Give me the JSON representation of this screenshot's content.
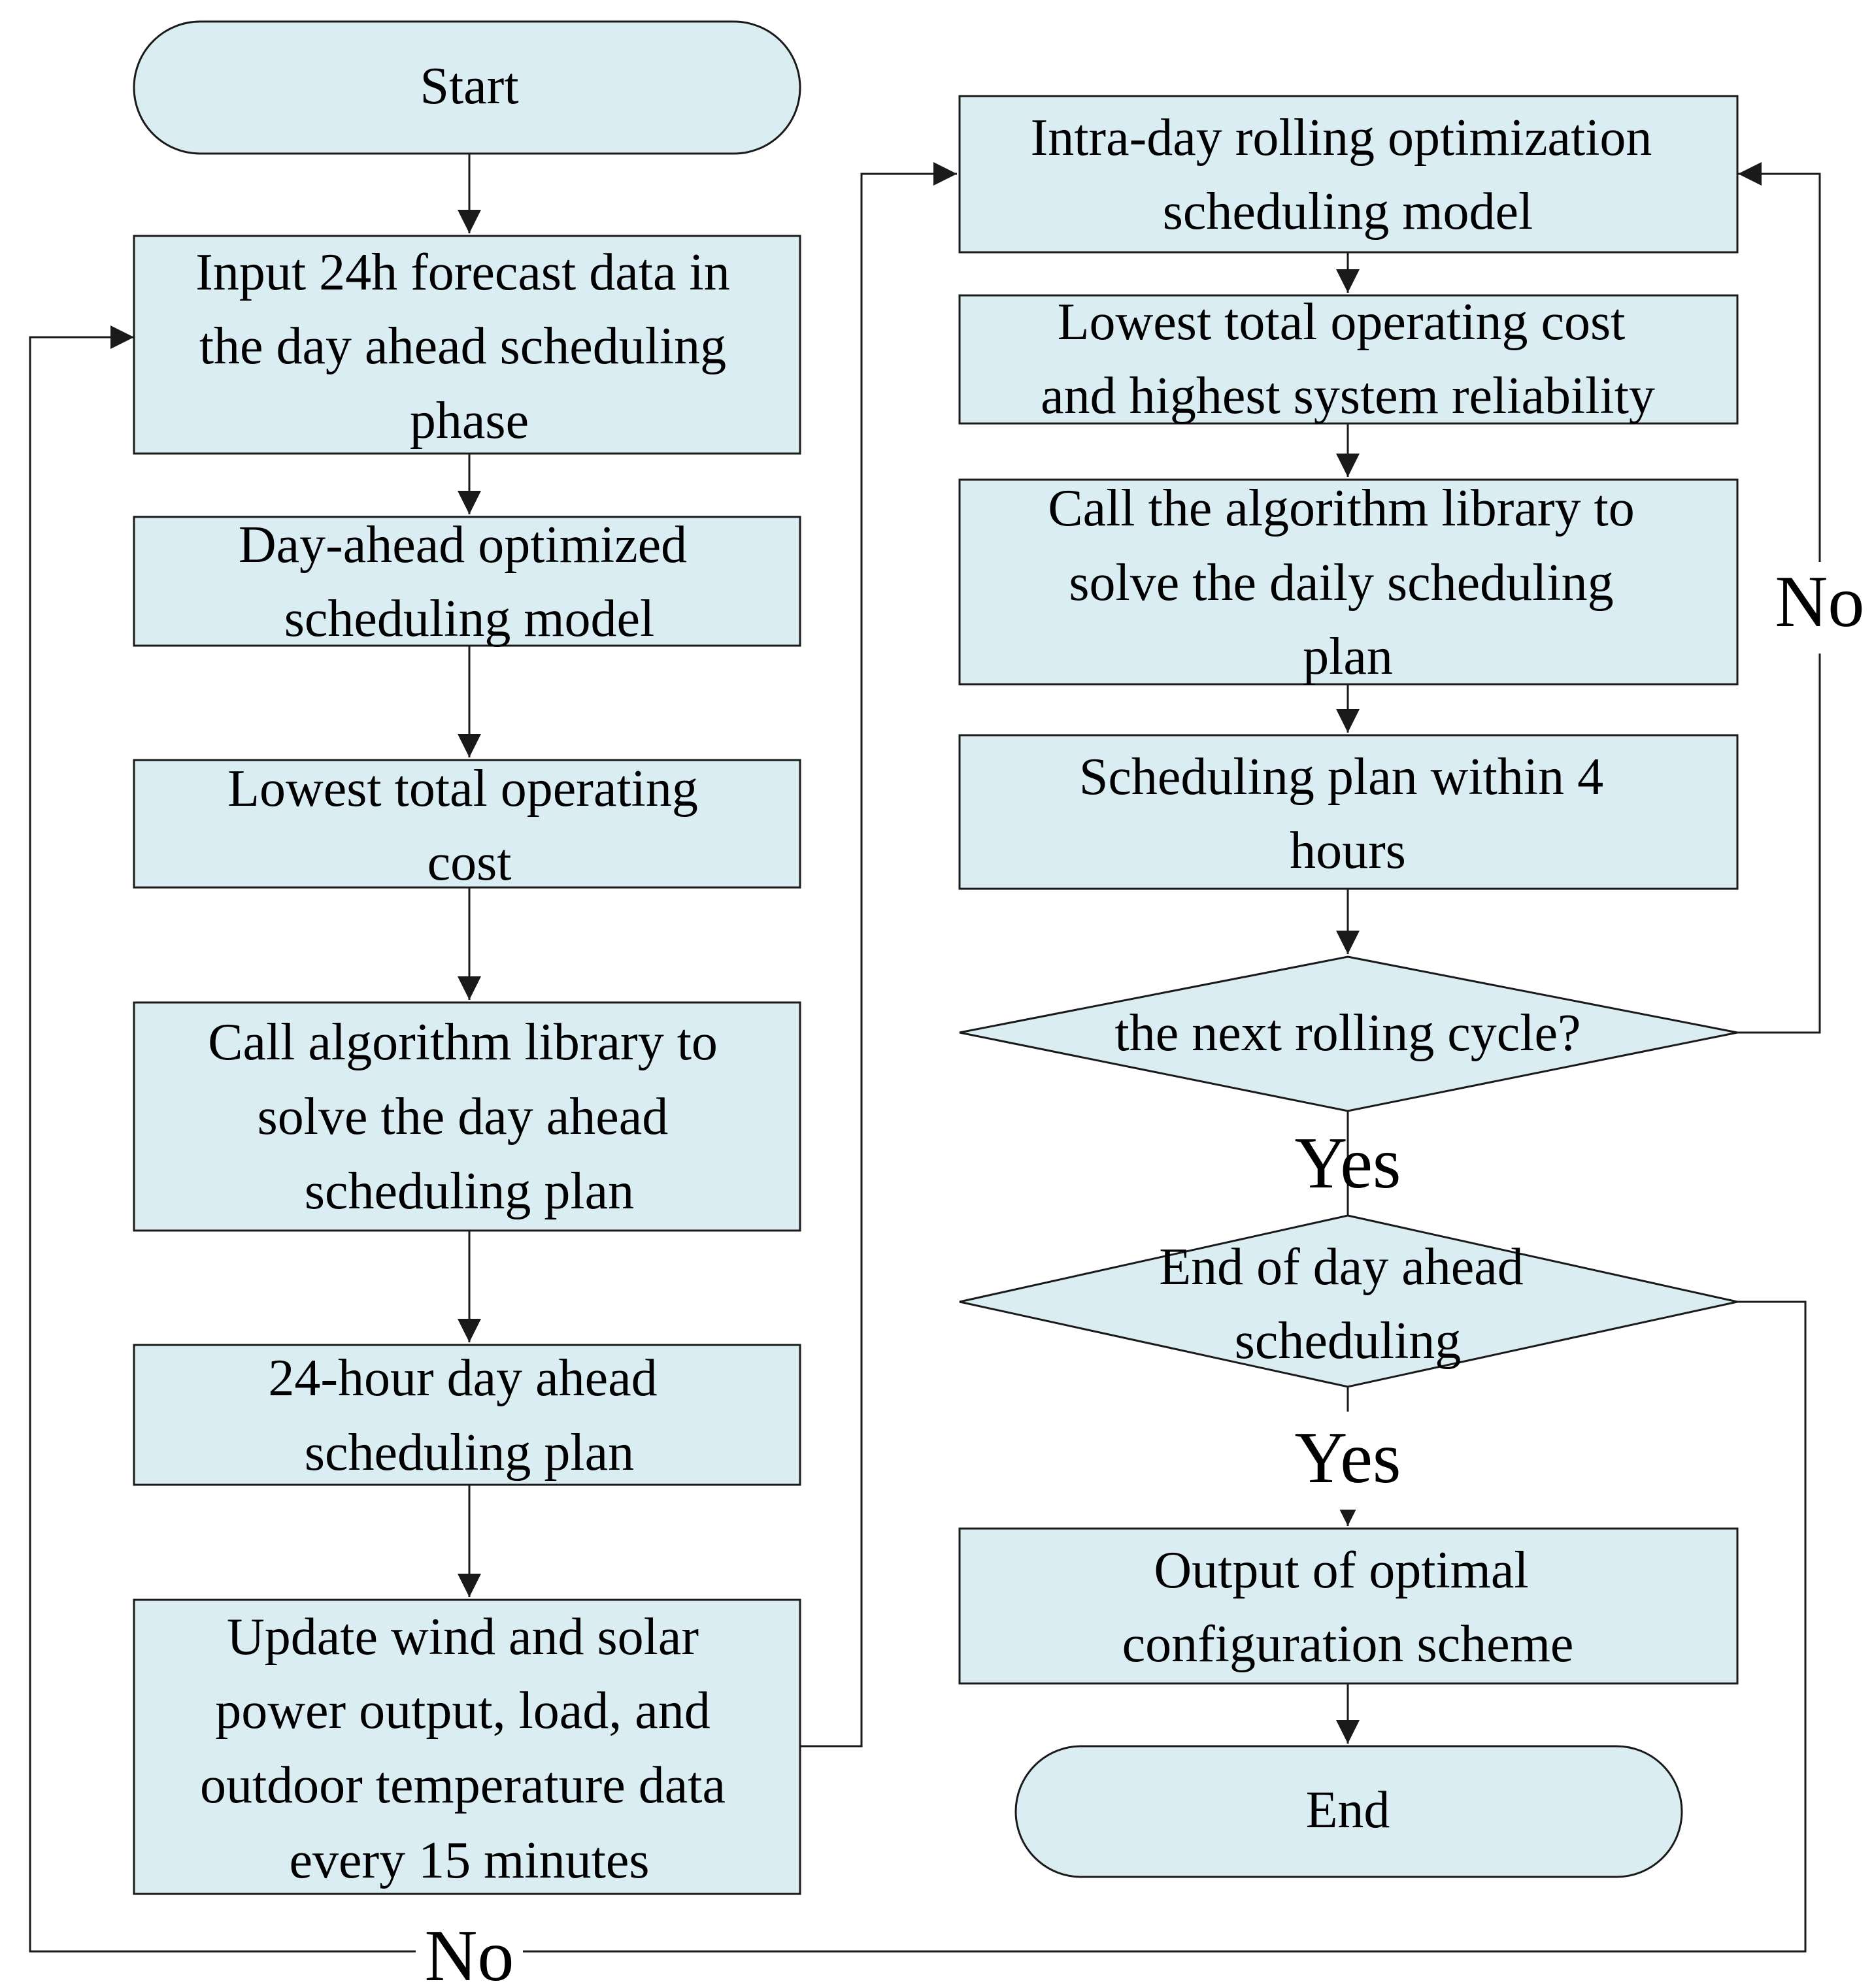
{
  "nodes": {
    "start": "Start",
    "input_forecast": [
      "Input 24h forecast data in",
      "the day ahead scheduling",
      "phase"
    ],
    "dayahead_model": [
      "Day-ahead optimized",
      "scheduling model"
    ],
    "lowest_cost": [
      "Lowest total operating",
      "cost"
    ],
    "call_library_dayahead": [
      "Call algorithm library to",
      "solve the day ahead",
      "scheduling plan"
    ],
    "plan_24h": [
      "24-hour day ahead",
      "scheduling plan"
    ],
    "update_data": [
      "Update wind and solar",
      "power output, load, and",
      "outdoor temperature data",
      "every 15 minutes"
    ],
    "intraday_model": [
      "Intra-day rolling optimization",
      "scheduling model"
    ],
    "lowest_cost_reliability": [
      "Lowest total operating cost",
      "and highest system reliability"
    ],
    "call_library_daily": [
      "Call the algorithm library to",
      "solve the daily scheduling",
      "plan"
    ],
    "plan_4h": [
      "Scheduling plan within 4",
      "hours"
    ],
    "decision_next_cycle": "the next rolling cycle?",
    "decision_end_dayahead": [
      "End of day ahead",
      "scheduling"
    ],
    "output_scheme": [
      "Output of optimal",
      "configuration scheme"
    ],
    "end": "End"
  },
  "edge_labels": {
    "next_cycle_no": "No",
    "next_cycle_yes": "Yes",
    "end_dayahead_yes": "Yes",
    "end_dayahead_no": "No"
  },
  "colors": {
    "node_fill": "#daedf3",
    "stroke": "#1a1a1a",
    "text": "#000000",
    "background": "#ffffff"
  }
}
